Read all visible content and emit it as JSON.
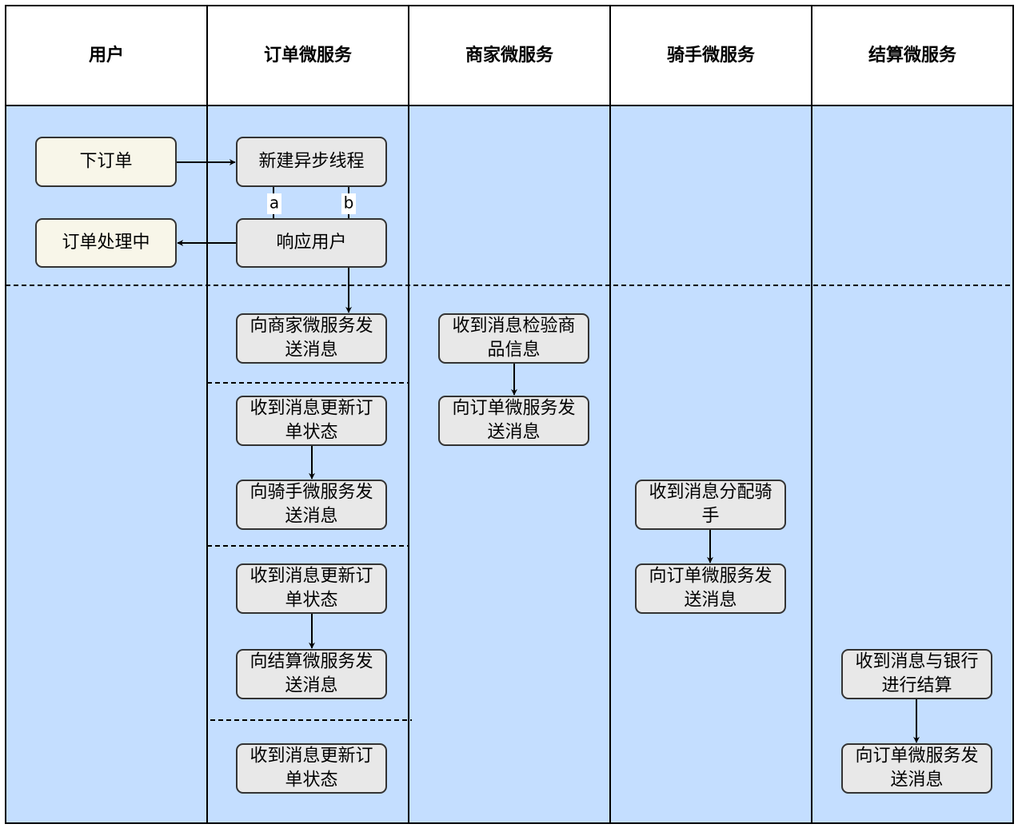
{
  "colors": {
    "lane_fill": "#c4deff",
    "header_fill": "#ffffff",
    "border": "#000000",
    "user_node_fill": "#f8f6e9",
    "node_fill": "#e8e8e8",
    "node_border": "#333333"
  },
  "lanes": [
    {
      "id": "user",
      "title": "用户"
    },
    {
      "id": "order",
      "title": "订单微服务"
    },
    {
      "id": "merchant",
      "title": "商家微服务"
    },
    {
      "id": "rider",
      "title": "骑手微服务"
    },
    {
      "id": "settle",
      "title": "结算微服务"
    }
  ],
  "nodes": {
    "place_order": {
      "lines": [
        "下订单"
      ]
    },
    "processing": {
      "lines": [
        "订单处理中"
      ]
    },
    "new_thread": {
      "lines": [
        "新建异步线程"
      ]
    },
    "respond_user": {
      "lines": [
        "响应用户"
      ]
    },
    "send_merchant": {
      "lines": [
        "向商家微服务发",
        "送消息"
      ]
    },
    "merchant_check": {
      "lines": [
        "收到消息检验商",
        "品信息"
      ]
    },
    "merchant_reply": {
      "lines": [
        "向订单微服务发",
        "送消息"
      ]
    },
    "update_1": {
      "lines": [
        "收到消息更新订",
        "单状态"
      ]
    },
    "send_rider": {
      "lines": [
        "向骑手微服务发",
        "送消息"
      ]
    },
    "rider_assign": {
      "lines": [
        "收到消息分配骑",
        "手"
      ]
    },
    "rider_reply": {
      "lines": [
        "向订单微服务发",
        "送消息"
      ]
    },
    "update_2": {
      "lines": [
        "收到消息更新订",
        "单状态"
      ]
    },
    "send_settle": {
      "lines": [
        "向结算微服务发",
        "送消息"
      ]
    },
    "settle_bank": {
      "lines": [
        "收到消息与银行",
        "进行结算"
      ]
    },
    "settle_reply": {
      "lines": [
        "向订单微服务发",
        "送消息"
      ]
    },
    "update_3": {
      "lines": [
        "收到消息更新订",
        "单状态"
      ]
    }
  },
  "edge_labels": {
    "a": "a",
    "b": "b"
  }
}
